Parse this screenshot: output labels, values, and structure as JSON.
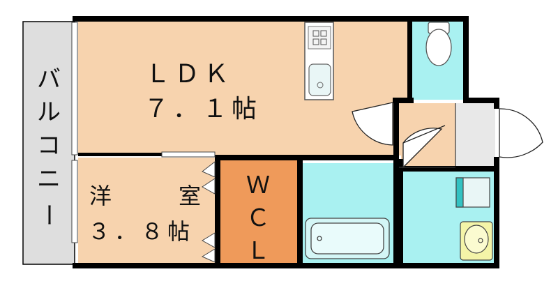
{
  "rooms": {
    "ldk": {
      "name": "ＬＤＫ",
      "size": "７．１帖"
    },
    "bedroom": {
      "name_left": "洋",
      "name_right": "室",
      "size": "３．８帖"
    },
    "wcl": {
      "line1": "Ｗ",
      "line2": "Ｃ",
      "line3": "Ｌ"
    },
    "balcony": {
      "chars": [
        "バ",
        "ル",
        "コ",
        "ニ",
        "ー"
      ]
    }
  },
  "colors": {
    "floor_wood": "#f7d3ae",
    "wet_area": "#a9f1f1",
    "wcl": "#ef9a5a",
    "balcony": "#dedede",
    "entrance": "#e8e8e8",
    "wall": "#000000"
  }
}
